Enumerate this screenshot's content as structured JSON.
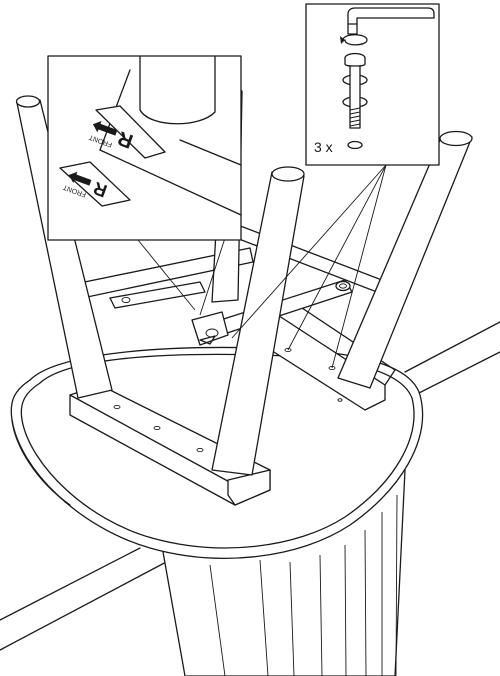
{
  "callout_hardware": {
    "quantity_label": "3 x"
  },
  "callout_labels": {
    "label_1": {
      "letter": "R",
      "word": "FRONT"
    },
    "label_2": {
      "letter": "R",
      "word": "FRONT"
    }
  },
  "colors": {
    "line": "#1a1a1a",
    "background": "#ffffff"
  }
}
